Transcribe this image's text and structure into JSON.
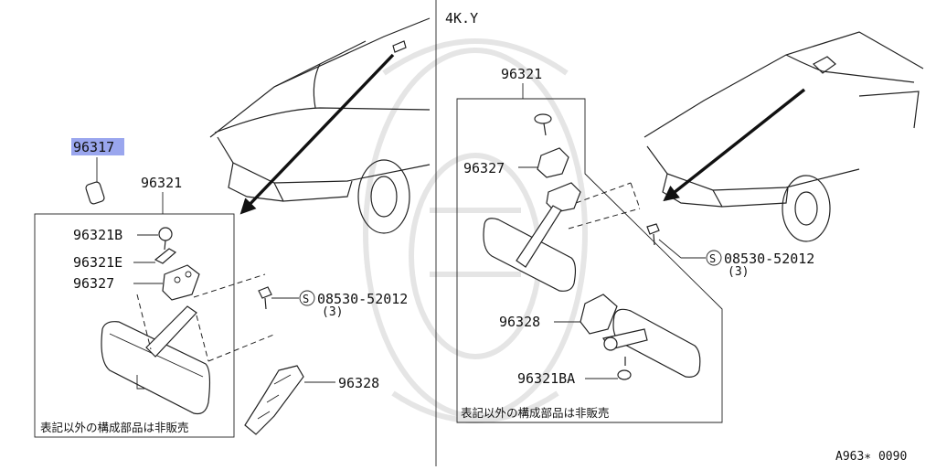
{
  "labels": {
    "variant": "4K.Y",
    "diagram_code": "A963∗ 0090",
    "left_highlight_part": "96317",
    "left_group": "96321",
    "left_bolt": "96321B",
    "left_spring": "96321E",
    "left_base": "96327",
    "left_screw": "08530-52012",
    "left_screw_qty": "(3)",
    "left_cover": "96328",
    "right_group": "96321",
    "right_base": "96327",
    "right_screw": "08530-52012",
    "right_screw_qty": "(3)",
    "right_cover": "96328",
    "right_bolt": "96321BA",
    "note_left": "表記以外の構成部品は非販売",
    "note_right": "表記以外の構成部品は非販売",
    "s_mark": "S"
  },
  "colors": {
    "highlight": "#9aa6ee",
    "ink": "#222222",
    "watermark": "#e3e3e3"
  }
}
